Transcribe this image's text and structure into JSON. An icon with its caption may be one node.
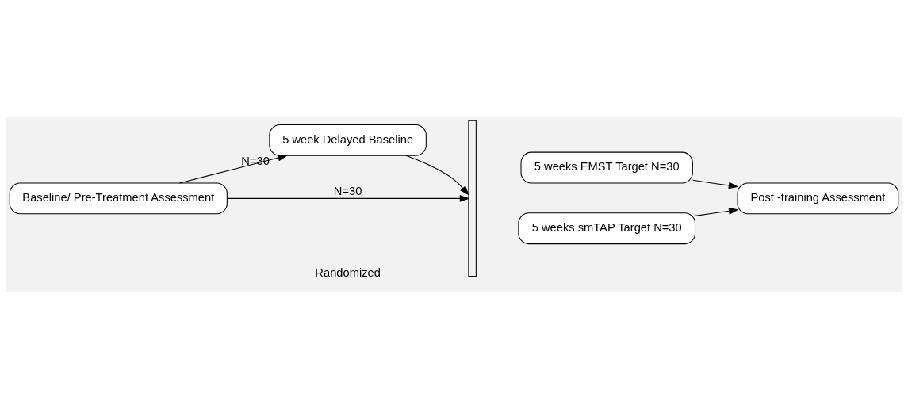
{
  "diagram": {
    "nodes": [
      {
        "text": [
          "Baseline/ Pre-Treatment Assessment"
        ]
      },
      {
        "text": [
          "5 week Delayed Baseline"
        ],
        "beside": [
          "N=30"
        ]
      },
      {
        "text": [],
        "shape": "bracket"
      },
      {
        "text": [
          "5 weeks EMST Target N=30"
        ]
      },
      {
        "text": [
          "5 weeks smTAP Target N=30"
        ]
      },
      {
        "text": [
          "Post -training Assessment"
        ]
      }
    ],
    "edges": [
      {
        "from": 0,
        "to": 2,
        "arrow": "to",
        "label": "N=30"
      },
      {
        "from": 0,
        "to": 1,
        "arrow": "to"
      },
      {
        "from": 1,
        "to": 2,
        "arrow": "to"
      },
      {
        "from": 3,
        "to": 5,
        "arrow": "to"
      },
      {
        "from": 4,
        "to": 5,
        "arrow": "to"
      }
    ],
    "labels": [
      "Randomized"
    ]
  }
}
